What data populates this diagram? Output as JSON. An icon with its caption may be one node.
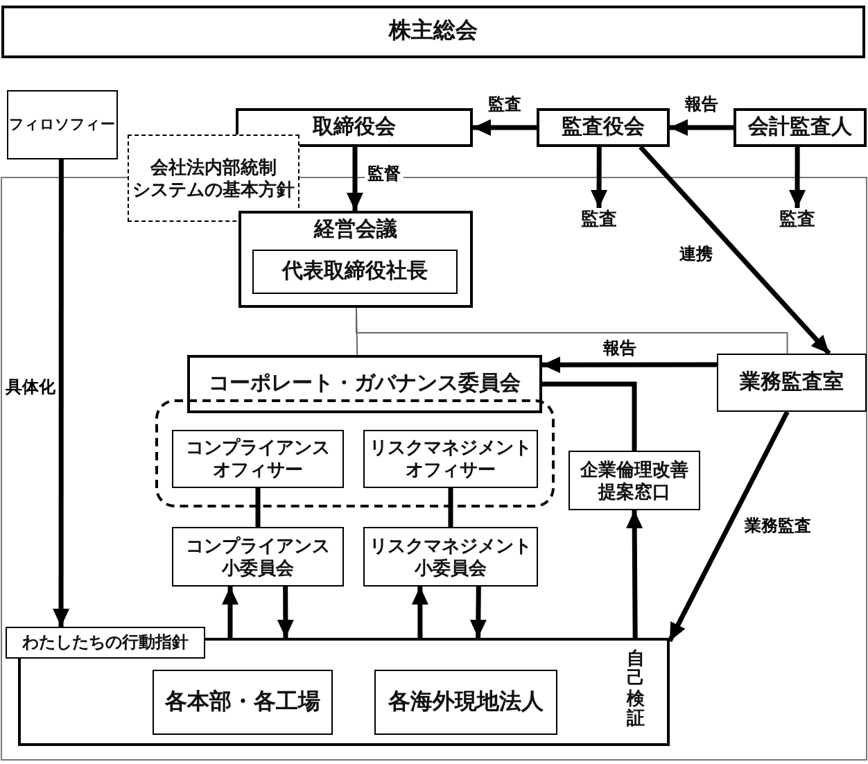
{
  "diagram": {
    "nodes": [
      {
        "text": [
          "株主総会"
        ]
      },
      {
        "text": [
          "フィロソフィー"
        ]
      },
      {
        "text": [
          "取締役会"
        ]
      },
      {
        "text": [
          "監査役会"
        ]
      },
      {
        "text": [
          "会計監査人"
        ]
      },
      {
        "text": [
          "会社法内部統制システムの基本方針"
        ]
      },
      {
        "text": [
          "経営会議"
        ]
      },
      {
        "text": [
          "代表取締役社長"
        ],
        "in": 6
      },
      {
        "text": [
          "業務監査室"
        ]
      },
      {
        "text": [
          "コーポレート・ガバナンス委員会"
        ]
      },
      {
        "text": [],
        "shape": "box"
      },
      {
        "text": [
          "コンプライアンスオフィサー"
        ],
        "in": 10
      },
      {
        "text": [
          "リスクマネジメントオフィサー"
        ],
        "in": 10
      },
      {
        "text": [
          "企業倫理改善提案窓口"
        ]
      },
      {
        "text": [
          "コンプライアンス小委員会"
        ]
      },
      {
        "text": [
          "リスクマネジメント小委員会"
        ]
      },
      {
        "text": [
          "自己検証"
        ]
      },
      {
        "text": [
          "わたしたちの行動指針"
        ]
      },
      {
        "text": [
          "各本部・各工場"
        ],
        "in": 16
      },
      {
        "text": [
          "各海外現地法人"
        ],
        "in": 16
      },
      {
        "text": [
          "監査"
        ]
      },
      {
        "text": [
          "監査"
        ]
      }
    ],
    "edges": [
      {
        "from": 3,
        "to": 2,
        "arrow": "to",
        "label": "監査"
      },
      {
        "from": 4,
        "to": 3,
        "arrow": "to",
        "label": "報告"
      },
      {
        "from": 3,
        "to": 20,
        "arrow": "to"
      },
      {
        "from": 4,
        "to": 21,
        "arrow": "to"
      },
      {
        "from": 2,
        "to": 6,
        "arrow": "to",
        "label": "監督"
      },
      {
        "from": 3,
        "to": 8,
        "arrow": "to",
        "label": "連携"
      },
      {
        "from": 6,
        "to": 8,
        "arrow": "none",
        "color": "#666666"
      },
      {
        "from": 8,
        "to": 9,
        "arrow": "to",
        "label": "報告"
      },
      {
        "from": 1,
        "to": 17,
        "arrow": "to",
        "label": "具体化"
      },
      {
        "from": 13,
        "to": 9,
        "arrow": "none"
      },
      {
        "from": 11,
        "to": 14,
        "arrow": "none"
      },
      {
        "from": 12,
        "to": 15,
        "arrow": "none"
      },
      {
        "from": 16,
        "to": 14,
        "arrow": "to"
      },
      {
        "from": 14,
        "to": 16,
        "arrow": "to"
      },
      {
        "from": 16,
        "to": 15,
        "arrow": "to"
      },
      {
        "from": 15,
        "to": 16,
        "arrow": "to"
      },
      {
        "from": 16,
        "to": 13,
        "arrow": "to"
      },
      {
        "from": 8,
        "to": 16,
        "arrow": "to",
        "label": "業務監査"
      },
      {
        "from": 6,
        "to": 9,
        "arrow": "none",
        "color": "#666666"
      }
    ]
  }
}
